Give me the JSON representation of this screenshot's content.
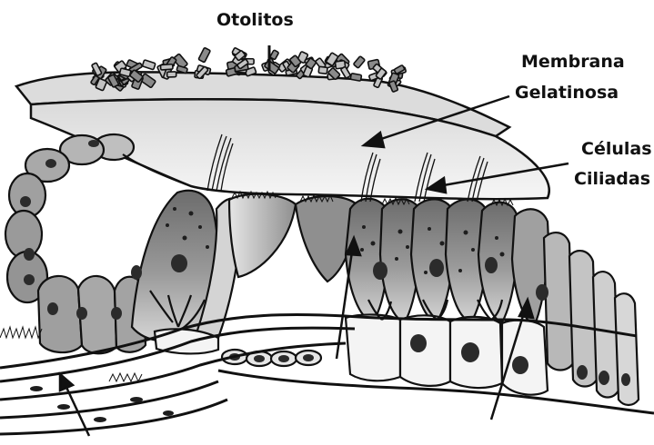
{
  "labels": {
    "otolitos": "Otolitos",
    "membrana": "Membrana",
    "gelatinosa": "Gelatinosa",
    "celulas": "Células",
    "ciliadas": "Ciliadas"
  },
  "colors": {
    "outline": "#111111",
    "membrane_fill": "#e9e9e9",
    "membrane_light": "#f3f3f3",
    "cell_dark": "#7b7b7b",
    "cell_mid": "#b5b5b5",
    "cell_light": "#d9d9d9",
    "nucleus": "#2b2b2b"
  }
}
